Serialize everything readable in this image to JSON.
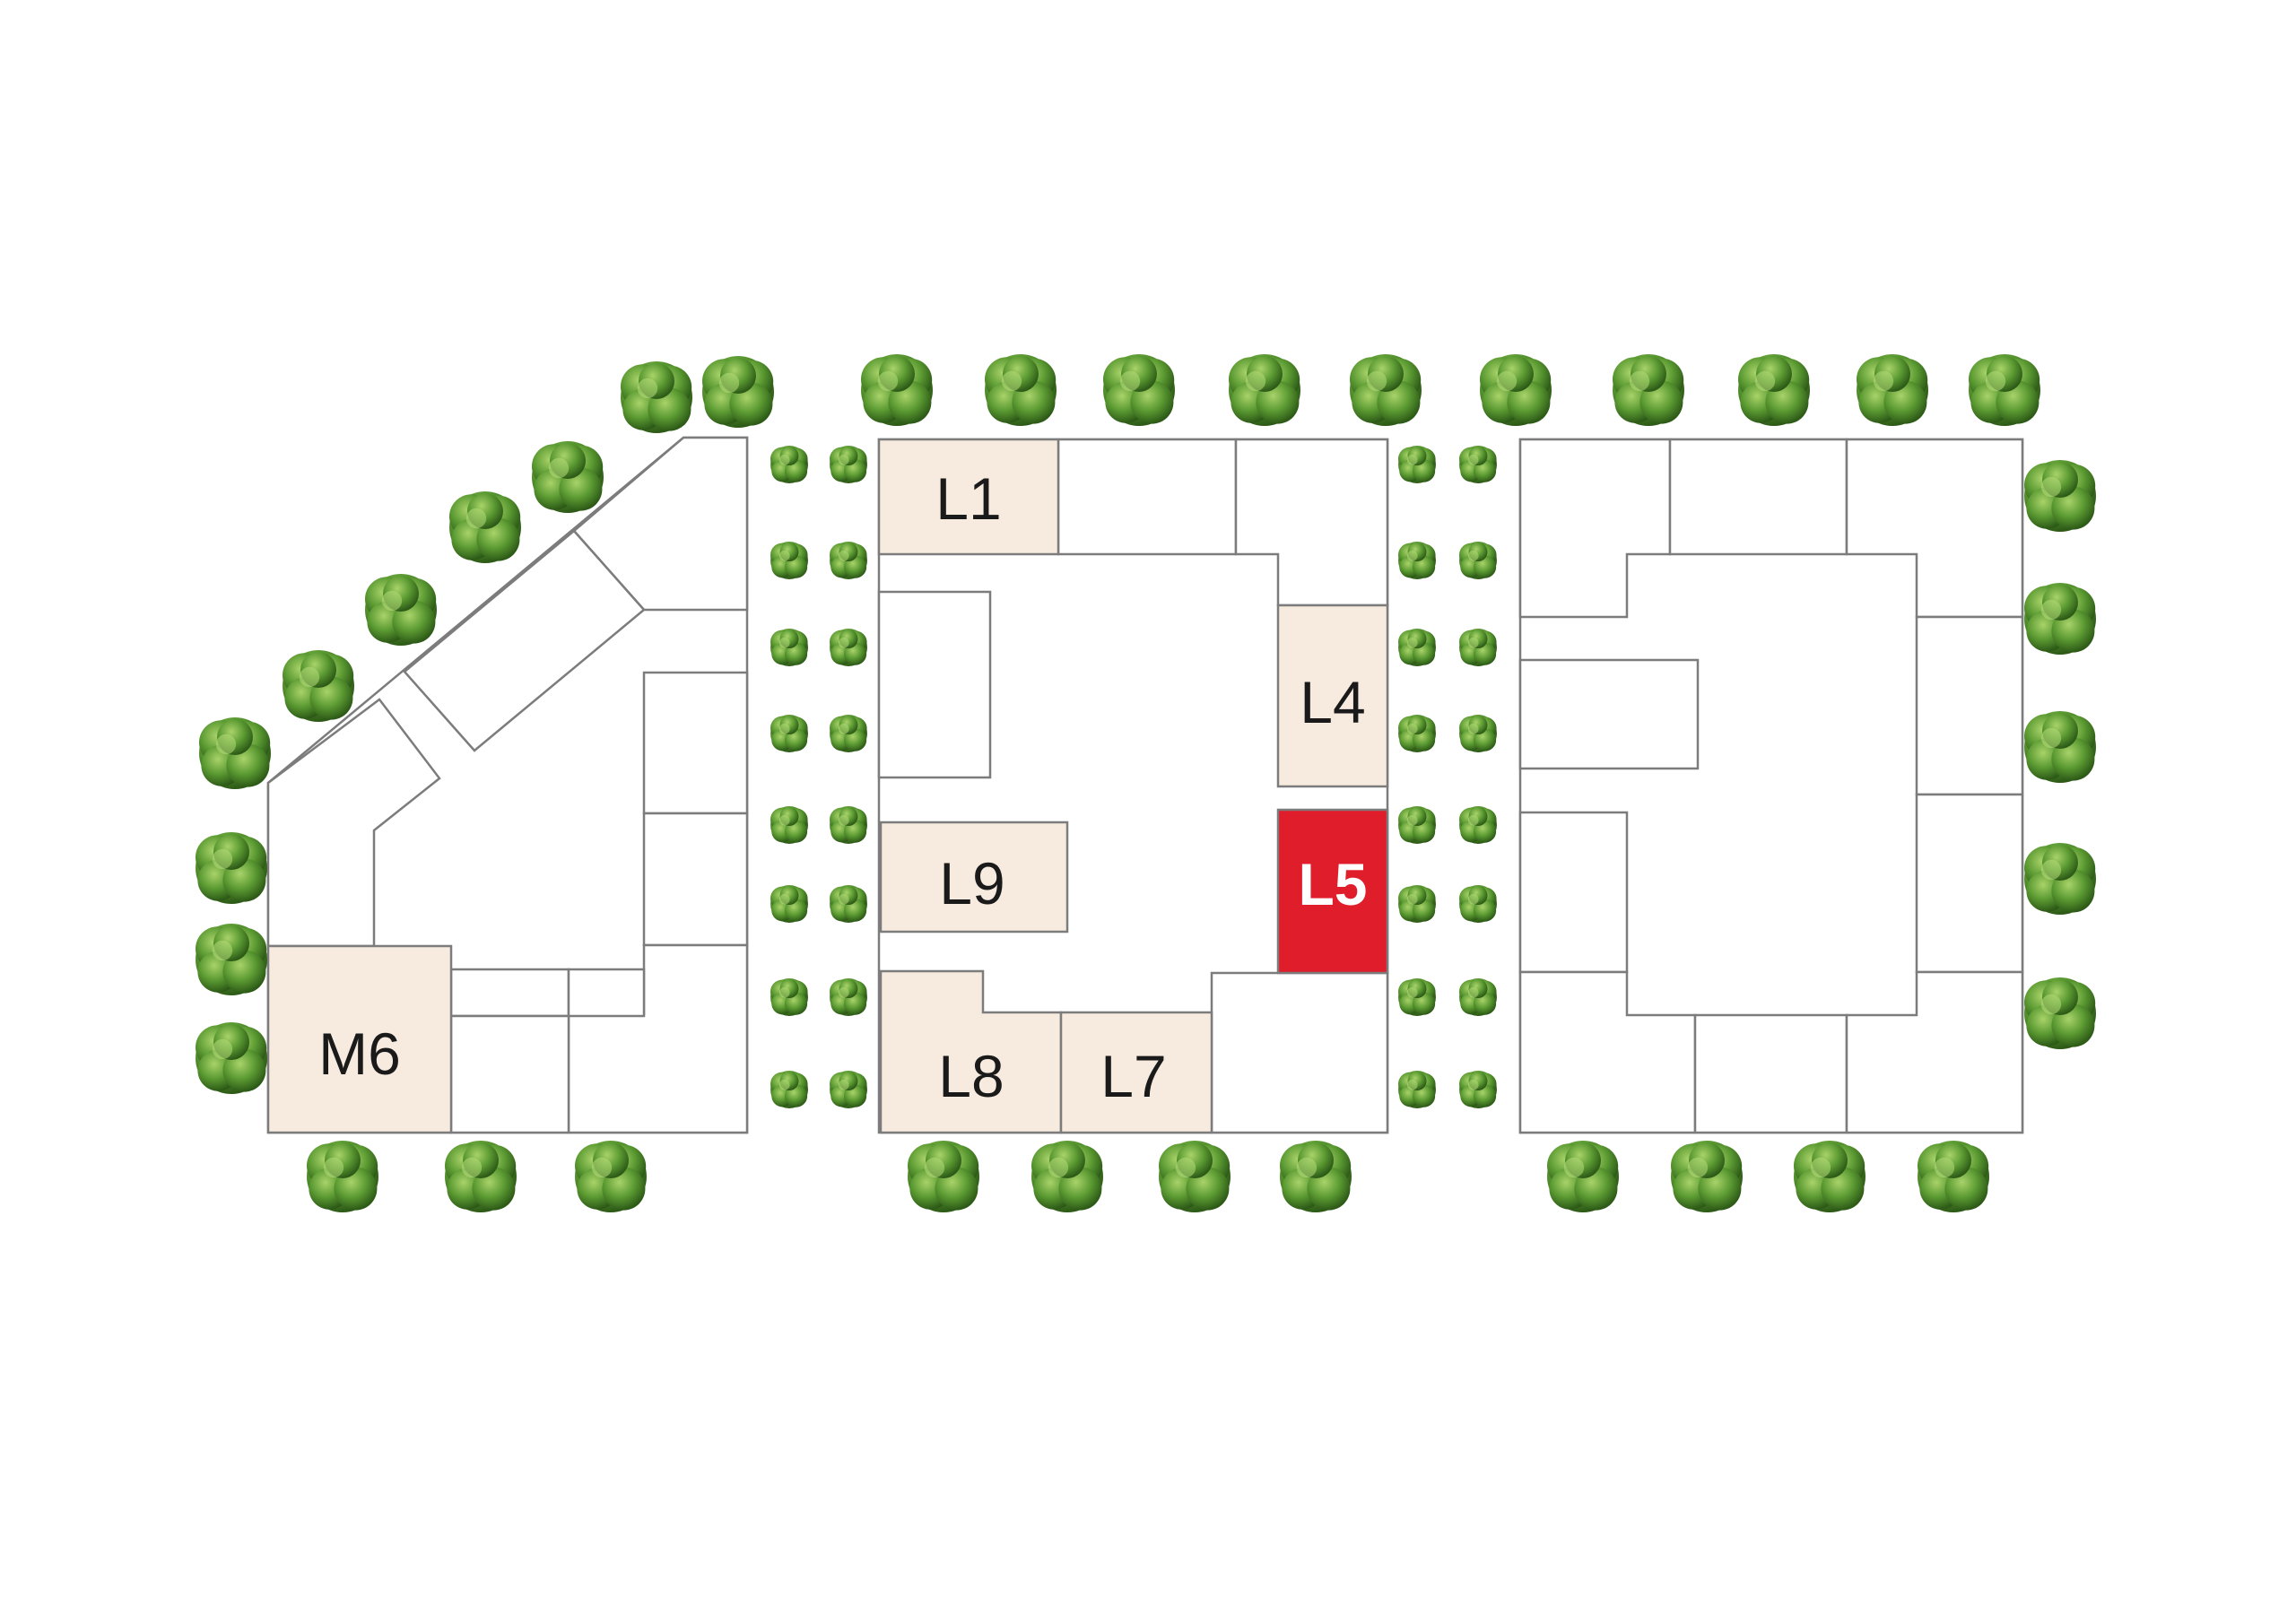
{
  "colors": {
    "available": "#f6ebde",
    "selected": "#e01d2b",
    "outline": "#7c7c7c",
    "label": "#1a1a1a",
    "selected_label": "#ffffff",
    "tree": "#4f8a2b"
  },
  "lots": {
    "l1": {
      "label": "L1",
      "status": "available"
    },
    "l4": {
      "label": "L4",
      "status": "available"
    },
    "l5": {
      "label": "L5",
      "status": "selected"
    },
    "l7": {
      "label": "L7",
      "status": "available"
    },
    "l8": {
      "label": "L8",
      "status": "available"
    },
    "l9": {
      "label": "L9",
      "status": "available"
    },
    "m6": {
      "label": "M6",
      "status": "available"
    }
  },
  "icons": {
    "tree": "tree-icon"
  }
}
